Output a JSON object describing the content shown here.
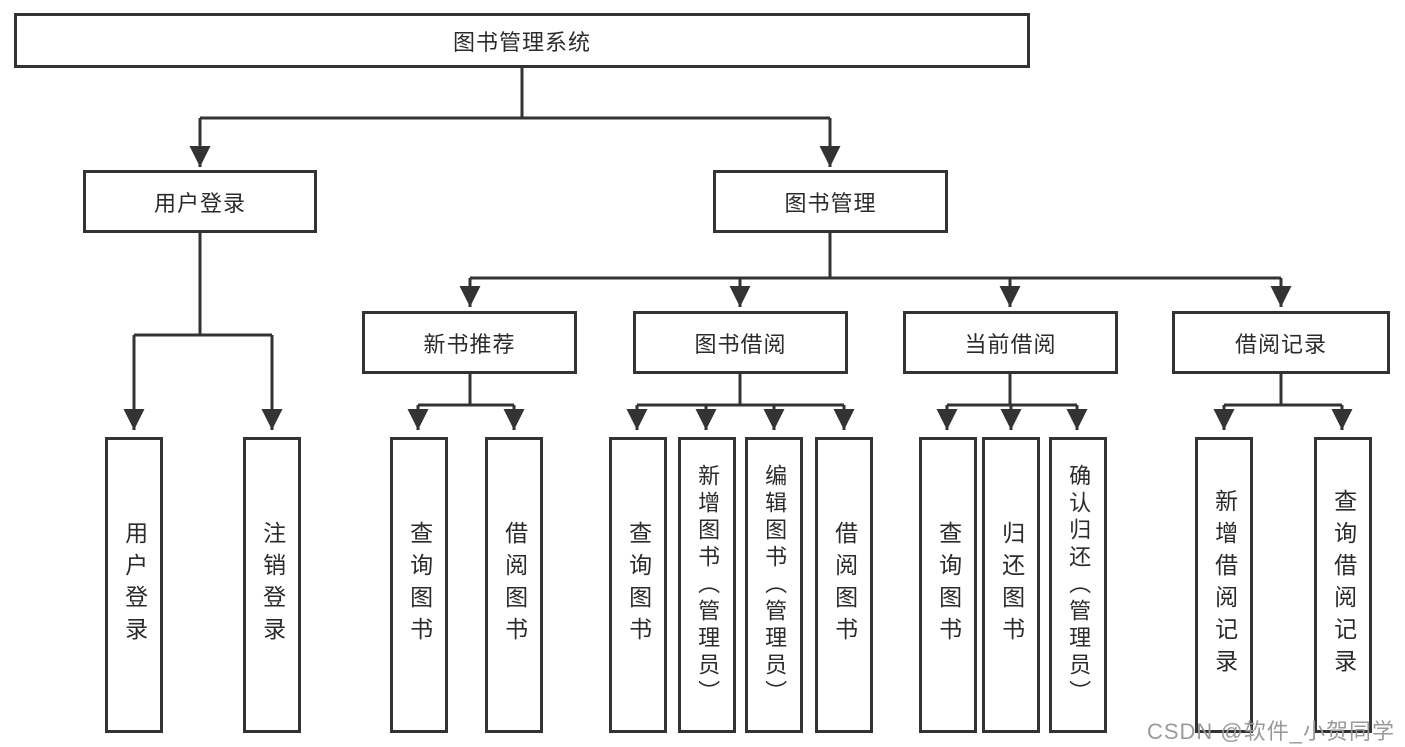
{
  "tree": {
    "label": "图书管理系统",
    "children": [
      {
        "label": "用户登录",
        "children": [
          {
            "label": "用户登录"
          },
          {
            "label": "注销登录"
          }
        ]
      },
      {
        "label": "图书管理",
        "children": [
          {
            "label": "新书推荐",
            "children": [
              {
                "label": "查询图书"
              },
              {
                "label": "借阅图书"
              }
            ]
          },
          {
            "label": "图书借阅",
            "children": [
              {
                "label": "查询图书"
              },
              {
                "label": "新增图书（管理员）"
              },
              {
                "label": "编辑图书（管理员）"
              },
              {
                "label": "借阅图书"
              }
            ]
          },
          {
            "label": "当前借阅",
            "children": [
              {
                "label": "查询图书"
              },
              {
                "label": "归还图书"
              },
              {
                "label": "确认归还（管理员）"
              }
            ]
          },
          {
            "label": "借阅记录",
            "children": [
              {
                "label": "新增借阅记录"
              },
              {
                "label": "查询借阅记录"
              }
            ]
          }
        ]
      }
    ]
  },
  "watermark": {
    "text": "CSDN @软件_小贺同学"
  },
  "colors": {
    "line": "#333333",
    "text": "#2b2b2b",
    "watermark": "#9a9a9a",
    "background": "#ffffff"
  }
}
